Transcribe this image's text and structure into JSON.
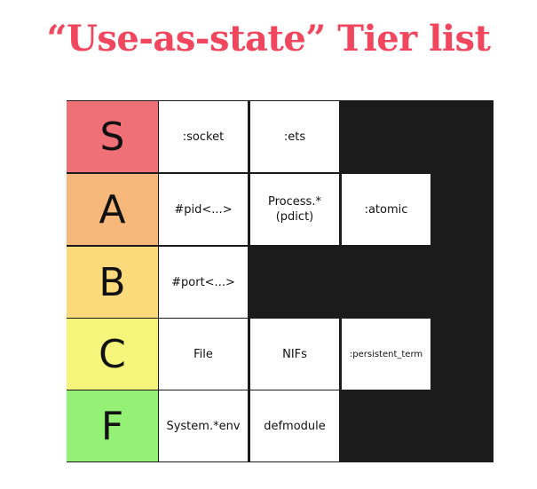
{
  "title": "“Use-as-state” Tier list",
  "colors": {
    "title": "#f0465e",
    "board_background": "#1b1b1b",
    "tier_S": "#f07077",
    "tier_A": "#f5b87a",
    "tier_B": "#fada7b",
    "tier_C": "#f5f57b",
    "tier_F": "#95f176",
    "item_background": "#ffffff"
  },
  "tiers": [
    {
      "label": "S",
      "color": "#f07077",
      "items": [
        ":socket",
        ":ets"
      ]
    },
    {
      "label": "A",
      "color": "#f5b87a",
      "items": [
        "#pid<...>",
        "Process.*\n(pdict)",
        ":atomic"
      ]
    },
    {
      "label": "B",
      "color": "#fada7b",
      "items": [
        "#port<...>"
      ]
    },
    {
      "label": "C",
      "color": "#f5f57b",
      "items": [
        "File",
        "NIFs",
        ":persistent_term"
      ]
    },
    {
      "label": "F",
      "color": "#95f176",
      "items": [
        "System.*env",
        "defmodule"
      ]
    }
  ]
}
